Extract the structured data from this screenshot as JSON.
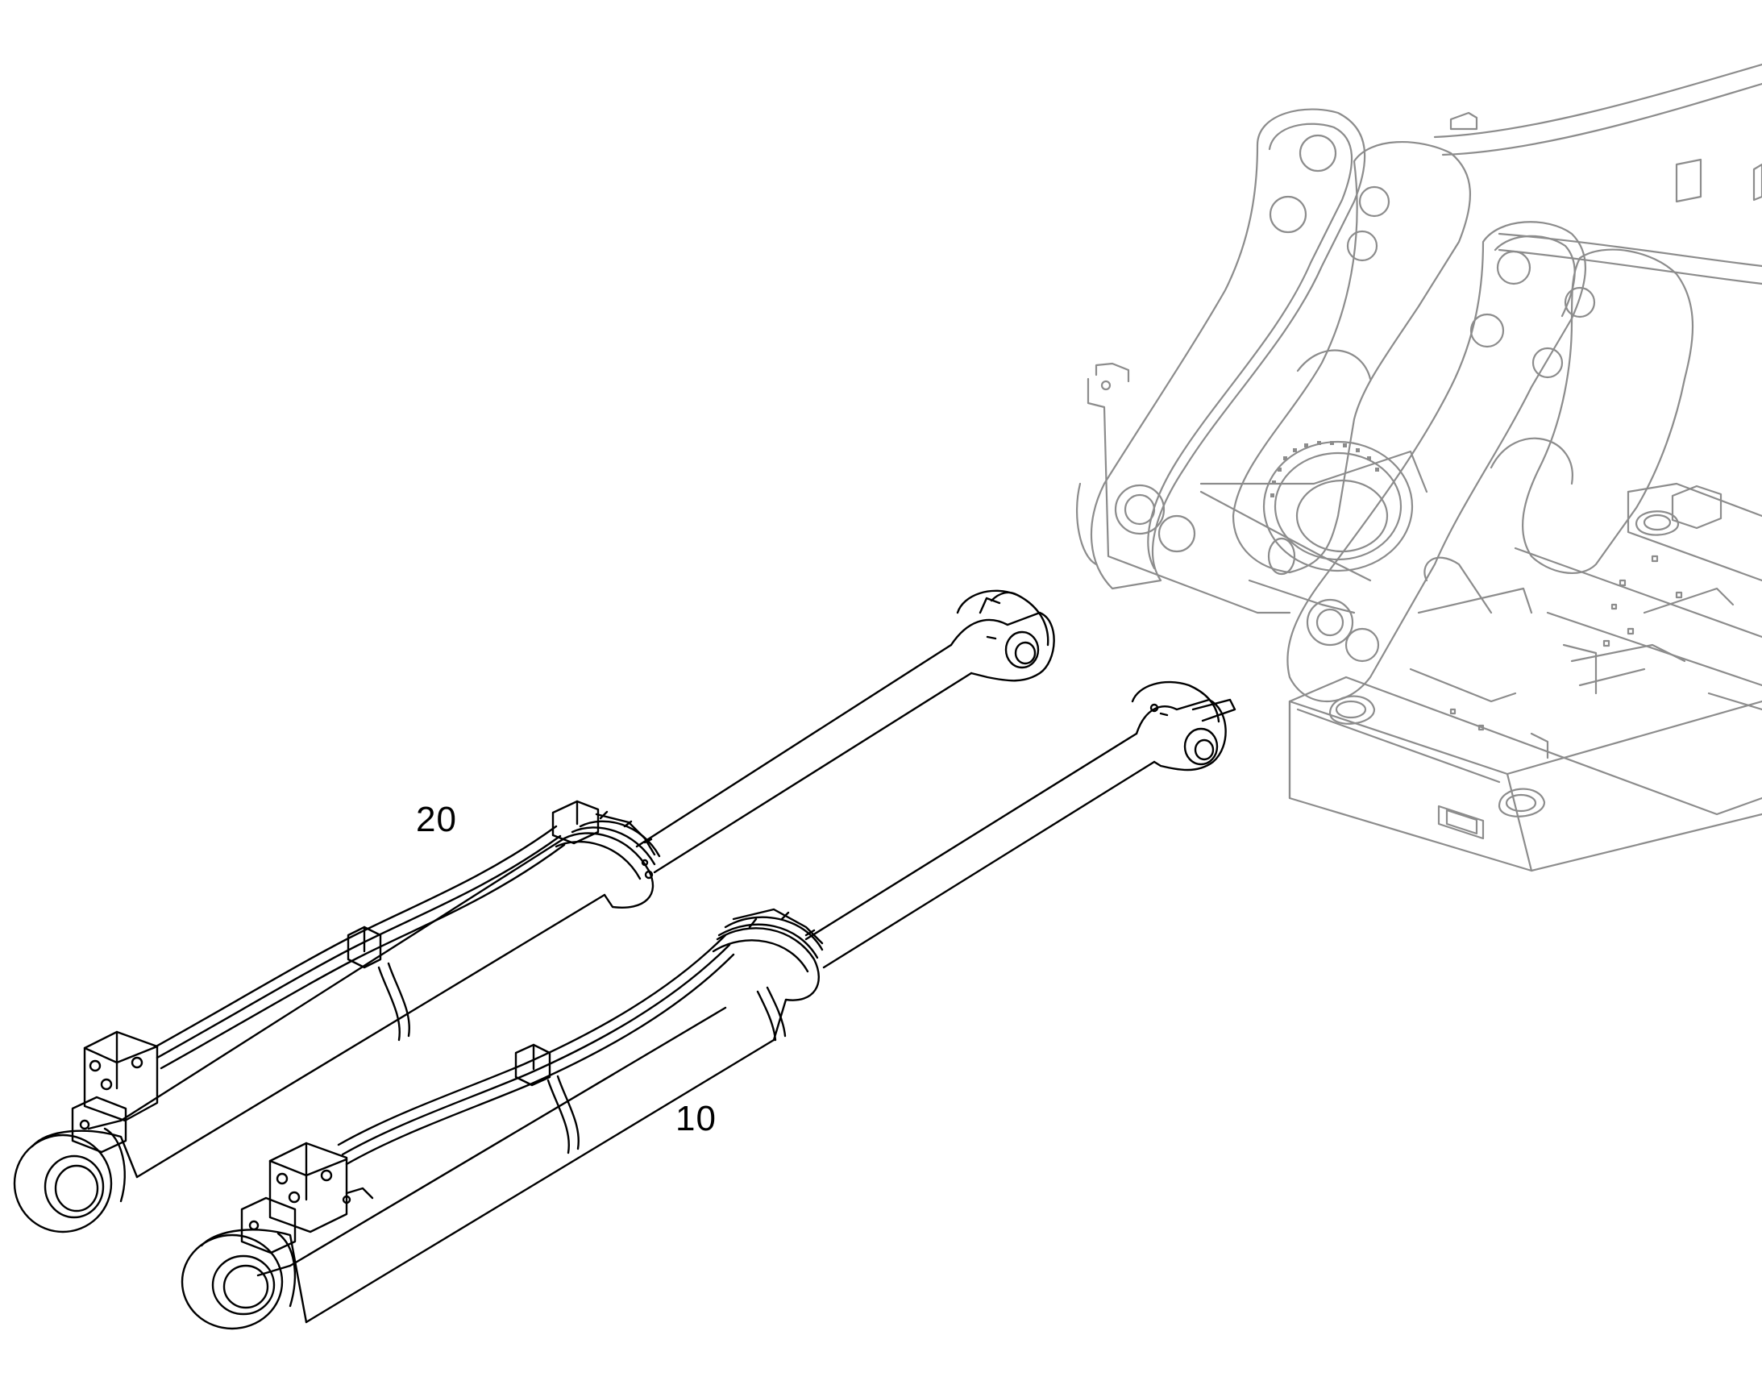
{
  "diagram": {
    "callouts": [
      {
        "id": "cylinder-20",
        "label": "20"
      },
      {
        "id": "cylinder-10",
        "label": "10"
      }
    ],
    "colors": {
      "part_line": "#000000",
      "background_frame_line": "#8c8c8c",
      "background": "#ffffff"
    }
  }
}
